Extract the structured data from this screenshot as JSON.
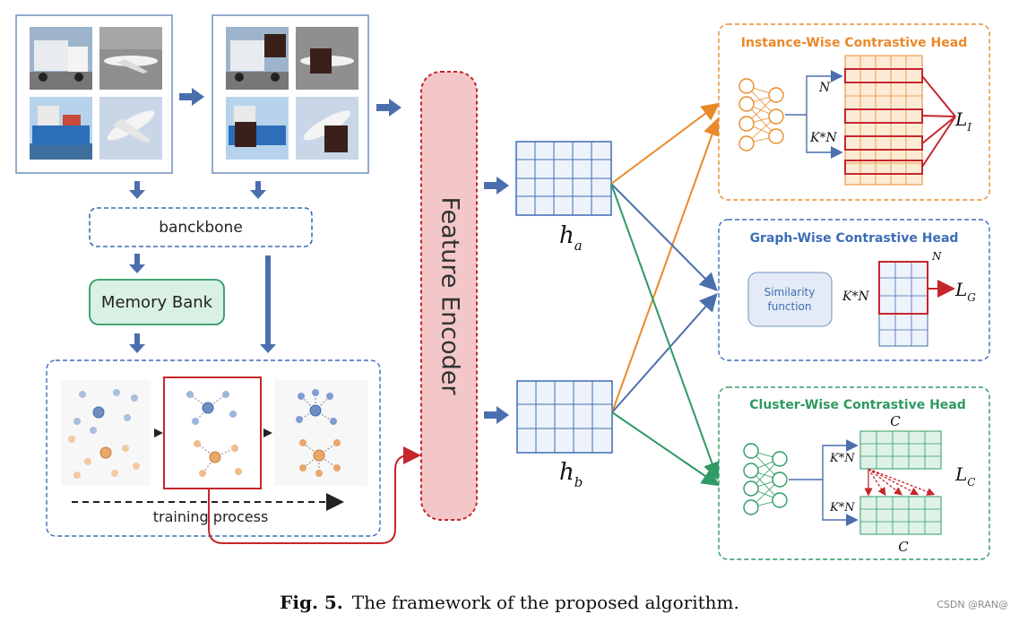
{
  "labels": {
    "backbone": "banckbone",
    "memory_bank": "Memory Bank",
    "training_process": "training process",
    "feature_encoder": "Feature Encoder",
    "similarity_line1": "Similarity",
    "similarity_line2": "function"
  },
  "math": {
    "ha_base": "h",
    "ha_sub": "a",
    "hb_base": "h",
    "hb_sub": "b",
    "N": "N",
    "KN": "K*N",
    "C": "C",
    "LI_base": "L",
    "LI_sub": "I",
    "LG_base": "L",
    "LG_sub": "G",
    "LC_base": "L",
    "LC_sub": "C"
  },
  "heads": {
    "instance": "Instance-Wise Contrastive Head",
    "graph": "Graph-Wise Contrastive Head",
    "cluster": "Cluster-Wise Contrastive Head"
  },
  "caption": {
    "label": "Fig. 5.",
    "text": "The framework of the proposed algorithm."
  },
  "watermark": "CSDN @RAN@",
  "colors": {
    "flow_blue": "#4b6fae",
    "instance_orange": "#e98a2a",
    "graph_blue": "#3d6db5",
    "cluster_green": "#2f9a62",
    "highlight_red": "#c6262c",
    "encoder_fill": "#f3c7c8"
  }
}
